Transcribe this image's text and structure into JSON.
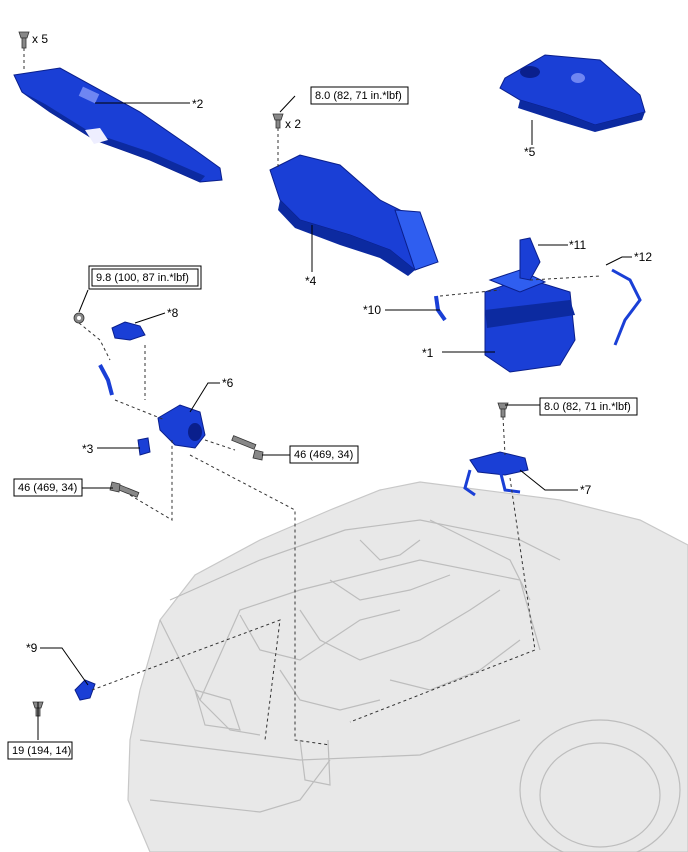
{
  "labels": {
    "p1": "*1",
    "p2": "*2",
    "p3": "*3",
    "p4": "*4",
    "p5": "*5",
    "p6": "*6",
    "p7": "*7",
    "p8": "*8",
    "p9": "*9",
    "p10": "*10",
    "p11": "*11",
    "p12": "*12"
  },
  "quantities": {
    "clip_qty": "x 5",
    "bolt_qty": "x 2"
  },
  "torque": {
    "t_cover_bolt": "8.0 (82, 71 in.*lbf)",
    "t_nut": "9.8 (100, 87 in.*lbf)",
    "t_bolt_46_right": "46 (469, 34)",
    "t_bolt_46_left": "46 (469, 34)",
    "t_bracket_bolt": "8.0 (82, 71 in.*lbf)",
    "t_bolt_19": "19 (194, 14)"
  },
  "colors": {
    "part": "#1a3fd6",
    "vehicle": "#e8e8e8"
  }
}
